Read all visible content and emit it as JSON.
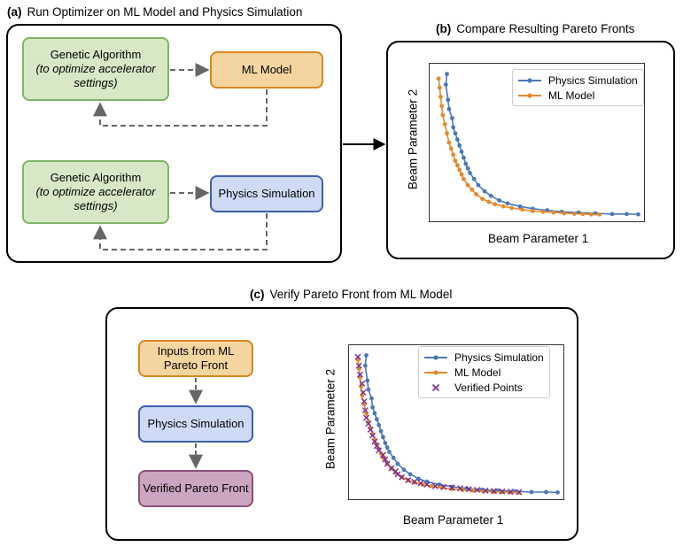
{
  "titles": {
    "a_letter": "(a)",
    "a_text": "Run Optimizer on ML Model and Physics Simulation",
    "b_letter": "(b)",
    "b_text": "Compare Resulting Pareto Fronts",
    "c_letter": "(c)",
    "c_text": "Verify Pareto Front from ML Model"
  },
  "nodes": {
    "ga_top_line1": "Genetic Algorithm",
    "ga_top_line2": "(to optimize accelerator settings)",
    "ml_model": "ML Model",
    "ga_bottom_line1": "Genetic Algorithm",
    "ga_bottom_line2": "(to optimize accelerator settings)",
    "physics_sim": "Physics Simulation",
    "inputs_ml": "Inputs from ML Pareto Front",
    "physics_sim_c": "Physics Simulation",
    "verified_front": "Verified Pareto Front"
  },
  "colors": {
    "green_fill": "#d7e8c6",
    "green_border": "#82b366",
    "orange_fill": "#f4d49f",
    "orange_border": "#d6881e",
    "blue_fill": "#cfdaf7",
    "blue_border": "#3e5ea8",
    "purple_fill": "#cca6c0",
    "purple_border": "#8e4f7b",
    "physics_series": "#4a78b8",
    "ml_series": "#e38a2d",
    "verified": "#7a2a8c",
    "dashed": "#666666"
  },
  "chart_data": [
    {
      "type": "line",
      "panel": "b",
      "xlabel": "Beam Parameter 1",
      "ylabel": "Beam Parameter 2",
      "xlim": [
        0,
        1
      ],
      "ylim": [
        0,
        1
      ],
      "legend_placement": "top-right",
      "grid": false,
      "series": [
        {
          "name": "Physics Simulation",
          "x": [
            0.07,
            0.065,
            0.075,
            0.08,
            0.095,
            0.1,
            0.11,
            0.12,
            0.13,
            0.14,
            0.15,
            0.16,
            0.17,
            0.18,
            0.2,
            0.22,
            0.25,
            0.28,
            0.32,
            0.36,
            0.42,
            0.48,
            0.55,
            0.62,
            0.7,
            0.78,
            0.86,
            0.93,
            0.985
          ],
          "y": [
            0.95,
            0.88,
            0.78,
            0.72,
            0.66,
            0.6,
            0.56,
            0.52,
            0.48,
            0.44,
            0.4,
            0.36,
            0.33,
            0.3,
            0.26,
            0.22,
            0.18,
            0.15,
            0.12,
            0.1,
            0.08,
            0.065,
            0.055,
            0.045,
            0.04,
            0.035,
            0.03,
            0.03,
            0.028
          ]
        },
        {
          "name": "ML Model",
          "x": [
            0.03,
            0.035,
            0.04,
            0.045,
            0.05,
            0.06,
            0.07,
            0.08,
            0.09,
            0.1,
            0.11,
            0.12,
            0.13,
            0.14,
            0.15,
            0.17,
            0.19,
            0.21,
            0.24,
            0.27,
            0.3,
            0.34,
            0.38,
            0.43,
            0.48,
            0.53,
            0.58,
            0.63,
            0.68,
            0.72,
            0.76,
            0.8
          ],
          "y": [
            0.92,
            0.86,
            0.8,
            0.74,
            0.68,
            0.62,
            0.56,
            0.5,
            0.46,
            0.42,
            0.38,
            0.35,
            0.32,
            0.29,
            0.26,
            0.22,
            0.19,
            0.16,
            0.13,
            0.11,
            0.095,
            0.08,
            0.07,
            0.06,
            0.05,
            0.045,
            0.04,
            0.035,
            0.032,
            0.03,
            0.028,
            0.027
          ]
        }
      ]
    },
    {
      "type": "scatter",
      "panel": "c",
      "xlabel": "Beam Parameter 1",
      "ylabel": "Beam Parameter 2",
      "xlim": [
        0,
        1
      ],
      "ylim": [
        0,
        1
      ],
      "legend_placement": "top-right",
      "grid": false,
      "series": [
        {
          "name": "Physics Simulation",
          "x": [
            0.07,
            0.065,
            0.075,
            0.08,
            0.095,
            0.1,
            0.11,
            0.12,
            0.13,
            0.14,
            0.15,
            0.16,
            0.17,
            0.18,
            0.2,
            0.22,
            0.25,
            0.28,
            0.32,
            0.36,
            0.42,
            0.48,
            0.55,
            0.62,
            0.7,
            0.78,
            0.86,
            0.93,
            0.985
          ],
          "y": [
            0.95,
            0.88,
            0.78,
            0.72,
            0.66,
            0.6,
            0.56,
            0.52,
            0.48,
            0.44,
            0.4,
            0.36,
            0.33,
            0.3,
            0.26,
            0.22,
            0.18,
            0.15,
            0.12,
            0.1,
            0.08,
            0.065,
            0.055,
            0.045,
            0.04,
            0.035,
            0.03,
            0.03,
            0.028
          ]
        },
        {
          "name": "ML Model",
          "x": [
            0.03,
            0.035,
            0.04,
            0.045,
            0.05,
            0.06,
            0.07,
            0.08,
            0.09,
            0.1,
            0.11,
            0.12,
            0.13,
            0.14,
            0.15,
            0.17,
            0.19,
            0.21,
            0.24,
            0.27,
            0.3,
            0.34,
            0.38,
            0.43,
            0.48,
            0.53,
            0.58,
            0.63,
            0.68,
            0.72,
            0.76,
            0.8
          ],
          "y": [
            0.92,
            0.86,
            0.8,
            0.74,
            0.68,
            0.62,
            0.56,
            0.5,
            0.46,
            0.42,
            0.38,
            0.35,
            0.32,
            0.29,
            0.26,
            0.22,
            0.19,
            0.16,
            0.13,
            0.11,
            0.095,
            0.08,
            0.07,
            0.06,
            0.05,
            0.045,
            0.04,
            0.035,
            0.032,
            0.03,
            0.028,
            0.027
          ]
        },
        {
          "name": "Verified Points",
          "x": [
            0.03,
            0.035,
            0.04,
            0.05,
            0.055,
            0.06,
            0.065,
            0.07,
            0.08,
            0.09,
            0.1,
            0.11,
            0.12,
            0.13,
            0.15,
            0.16,
            0.17,
            0.19,
            0.21,
            0.22,
            0.24,
            0.27,
            0.3,
            0.33,
            0.36,
            0.4,
            0.44,
            0.48,
            0.52,
            0.56,
            0.6,
            0.64,
            0.68,
            0.72,
            0.76,
            0.8
          ],
          "y": [
            0.94,
            0.88,
            0.82,
            0.76,
            0.7,
            0.64,
            0.58,
            0.53,
            0.49,
            0.45,
            0.41,
            0.37,
            0.34,
            0.31,
            0.28,
            0.25,
            0.22,
            0.19,
            0.17,
            0.15,
            0.13,
            0.11,
            0.1,
            0.09,
            0.08,
            0.07,
            0.065,
            0.06,
            0.055,
            0.05,
            0.045,
            0.04,
            0.037,
            0.035,
            0.033,
            0.03
          ]
        }
      ]
    }
  ]
}
